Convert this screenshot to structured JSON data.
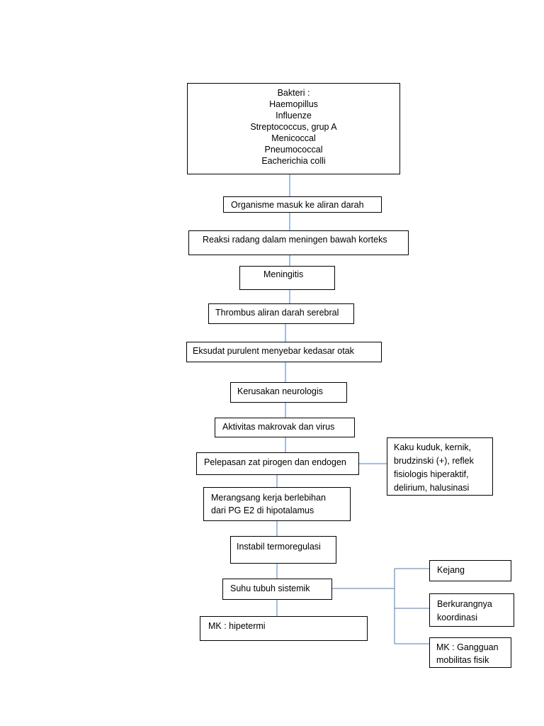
{
  "nodes": {
    "bakteri": {
      "lines": [
        "Bakteri :",
        "Haemopillus",
        "Influenze",
        "Streptococcus, grup A",
        "Menicoccal",
        "Pneumococcal",
        "Eacherichia colli"
      ]
    },
    "organisme": {
      "lines": [
        "Organisme masuk ke aliran darah"
      ]
    },
    "reaksi": {
      "lines": [
        "Reaksi  radang dalam meningen  bawah korteks"
      ]
    },
    "meningitis": {
      "lines": [
        "Meningitis"
      ]
    },
    "thrombus": {
      "lines": [
        "Thrombus aliran darah serebral"
      ]
    },
    "eksudat": {
      "lines": [
        "Eksudat purulent menyebar  kedasar otak"
      ]
    },
    "kerusakan": {
      "lines": [
        "Kerusakan neurologis"
      ]
    },
    "aktivitas": {
      "lines": [
        "Aktivitas makrovak dan virus"
      ]
    },
    "pelepasan": {
      "lines": [
        "Pelepasan zat pirogen dan endogen"
      ]
    },
    "kaku": {
      "lines": [
        "Kaku kuduk, kernik,",
        "brudzinski (+), reflek",
        "fisiologis hiperaktif,",
        "delirium, halusinasi"
      ]
    },
    "merangsang": {
      "lines": [
        "Merangsang kerja berlebihan",
        "dari PG E2 di hipotalamus"
      ]
    },
    "instabil": {
      "lines": [
        "Instabil termoregulasi"
      ]
    },
    "suhu": {
      "lines": [
        "Suhu tubuh sistemik"
      ]
    },
    "hipetermi": {
      "lines": [
        "MK : hipetermi"
      ]
    },
    "kejang": {
      "lines": [
        "Kejang"
      ]
    },
    "berkurangnya": {
      "lines": [
        "Berkurangnya",
        "koordinasi"
      ]
    },
    "gangguan": {
      "lines": [
        "MK : Gangguan",
        "mobilitas fisik"
      ]
    }
  },
  "colors": {
    "connector": "#4a7ebb",
    "box_border": "#000000",
    "text": "#000000",
    "background": "#ffffff"
  }
}
